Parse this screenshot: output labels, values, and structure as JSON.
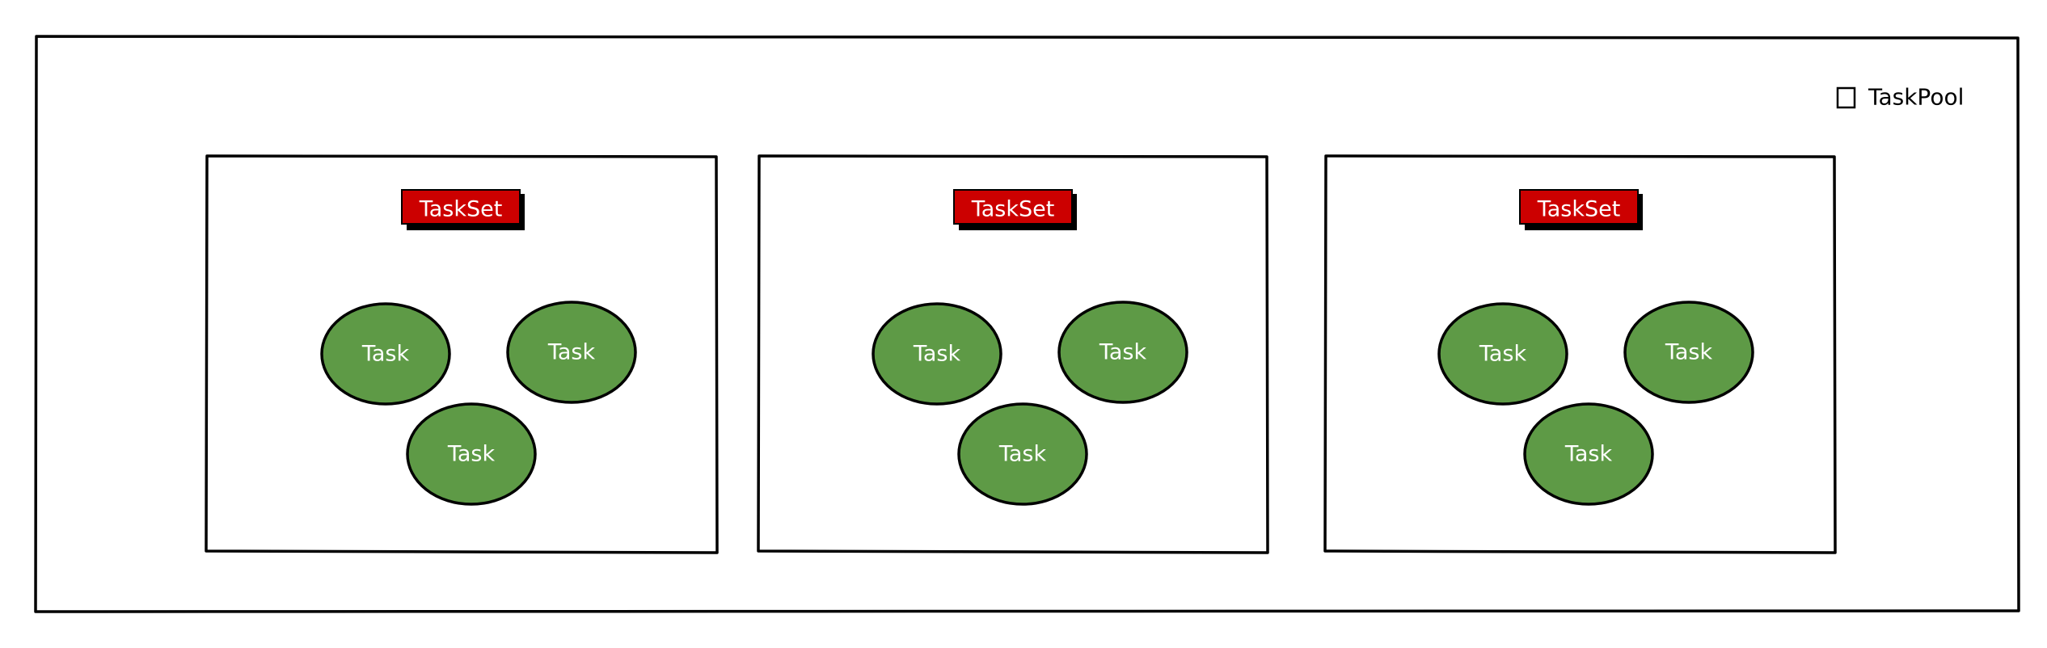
{
  "diagram": {
    "legend": {
      "label": "TaskPool",
      "icon": "square-outline-icon"
    },
    "colors": {
      "taskset_fill": "#cc0000",
      "task_fill": "#5e9a46",
      "stroke": "#000000",
      "background": "#ffffff"
    },
    "tasksets": [
      {
        "label": "TaskSet",
        "tasks": [
          "Task",
          "Task",
          "Task"
        ]
      },
      {
        "label": "TaskSet",
        "tasks": [
          "Task",
          "Task",
          "Task"
        ]
      },
      {
        "label": "TaskSet",
        "tasks": [
          "Task",
          "Task",
          "Task"
        ]
      }
    ]
  }
}
